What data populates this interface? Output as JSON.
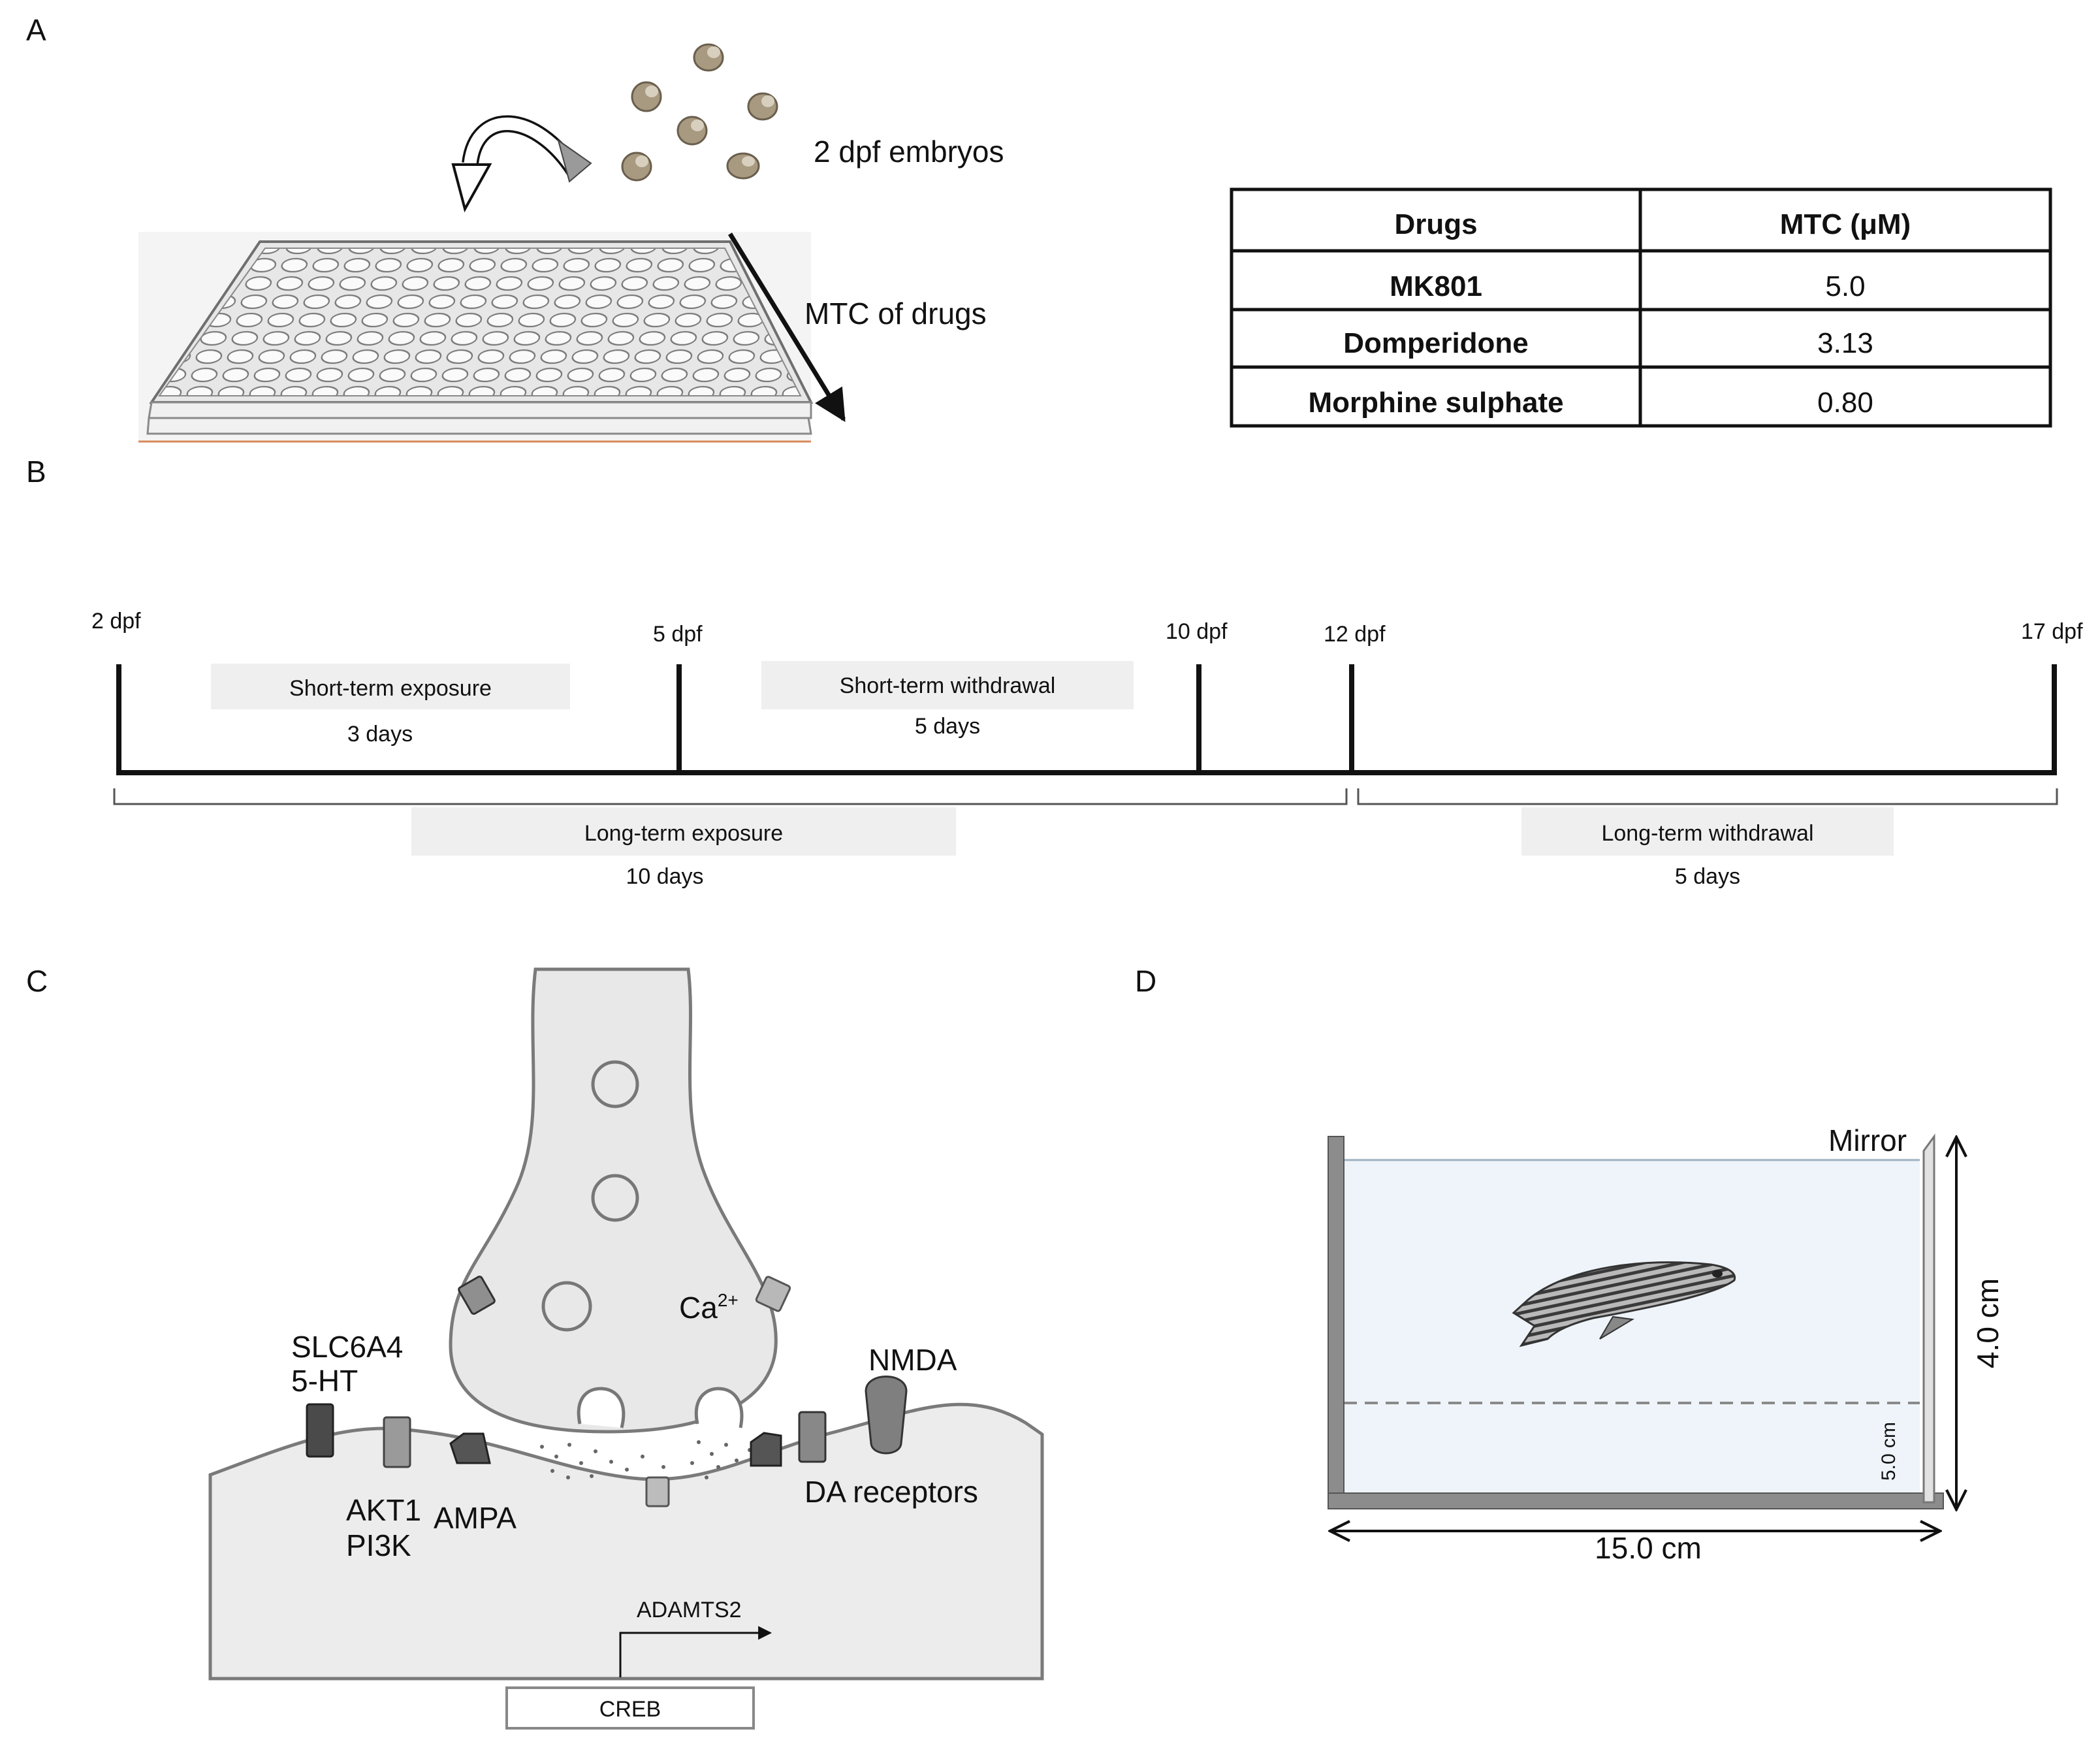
{
  "panels": {
    "a": "A",
    "b": "B",
    "c": "C",
    "d": "D"
  },
  "panel_a": {
    "embryos_label": "2 dpf embryos",
    "arrow_label": "MTC of drugs",
    "table": {
      "headers": [
        "Drugs",
        "MTC (μM)"
      ],
      "rows": [
        {
          "drug": "MK801",
          "mtc": "5.0"
        },
        {
          "drug": "Domperidone",
          "mtc": "3.13"
        },
        {
          "drug": "Morphine sulphate",
          "mtc": "0.80"
        }
      ]
    }
  },
  "panel_b": {
    "ticks": [
      "2 dpf",
      "5 dpf",
      "10 dpf",
      "12 dpf",
      "17 dpf"
    ],
    "short_exposure": {
      "label": "Short-term exposure",
      "duration": "3 days"
    },
    "short_withdrawal": {
      "label": "Short-term withdrawal",
      "duration": "5 days"
    },
    "long_exposure": {
      "label": "Long-term exposure",
      "duration": "10 days"
    },
    "long_withdrawal": {
      "label": "Long-term withdrawal",
      "duration": "5 days"
    }
  },
  "panel_c": {
    "ca": "Ca",
    "ca_sup": "2+",
    "slc6a4": "SLC6A4",
    "ht": "5-HT",
    "akt1": "AKT1",
    "pi3k": "PI3K",
    "ampa": "AMPA",
    "nmda": "NMDA",
    "da": "DA receptors",
    "adamts2": "ADAMTS2",
    "creb": "CREB"
  },
  "panel_d": {
    "mirror": "Mirror",
    "height": "4.0 cm",
    "width": "15.0 cm",
    "depth": "5.0 cm"
  },
  "colors": {
    "ink": "#111111",
    "label_box": "#efefef",
    "cell_fill": "#e6e6e6",
    "cell_stroke": "#8a8a8a",
    "water": "#eef4f9",
    "tank_wall": "#8c8c8c"
  }
}
